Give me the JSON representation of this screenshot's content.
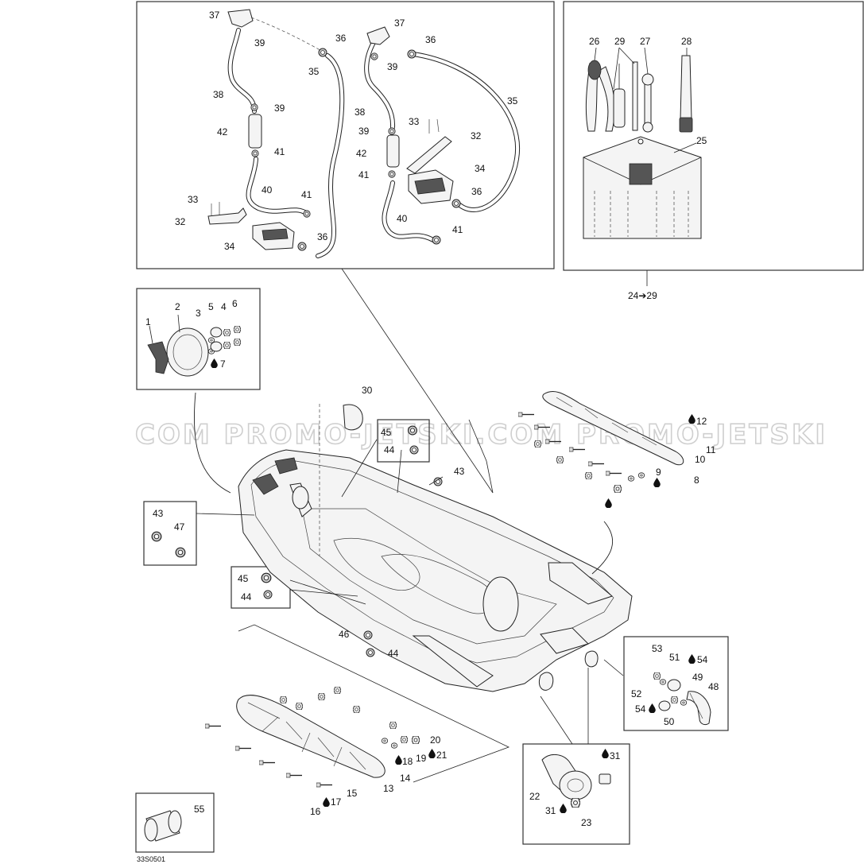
{
  "watermark": "COM  PROMO-JETSKI.COM  PROMO-JETSKI",
  "drawing_code": "33S0501",
  "kit_range_label": "24➔29",
  "callouts": {
    "c1": "1",
    "c2": "2",
    "c3": "3",
    "c4": "4",
    "c5": "5",
    "c6": "6",
    "c7": "7",
    "c8": "8",
    "c9": "9",
    "c10": "10",
    "c11": "11",
    "c12": "12",
    "c13": "13",
    "c14": "14",
    "c15": "15",
    "c16": "16",
    "c17": "17",
    "c18": "18",
    "c19": "19",
    "c20": "20",
    "c21": "21",
    "c22": "22",
    "c23": "23",
    "c25": "25",
    "c26": "26",
    "c27": "27",
    "c28": "28",
    "c29": "29",
    "c30": "30",
    "c31": "31",
    "c32": "32",
    "c33": "33",
    "c34": "34",
    "c35": "35",
    "c36": "36",
    "c37": "37",
    "c38": "38",
    "c39": "39",
    "c40": "40",
    "c41": "41",
    "c42": "42",
    "c43": "43",
    "c44": "44",
    "c45": "45",
    "c46": "46",
    "c47": "47",
    "c48": "48",
    "c49": "49",
    "c50": "50",
    "c51": "51",
    "c52": "52",
    "c53": "53",
    "c54": "54",
    "c55": "55"
  }
}
